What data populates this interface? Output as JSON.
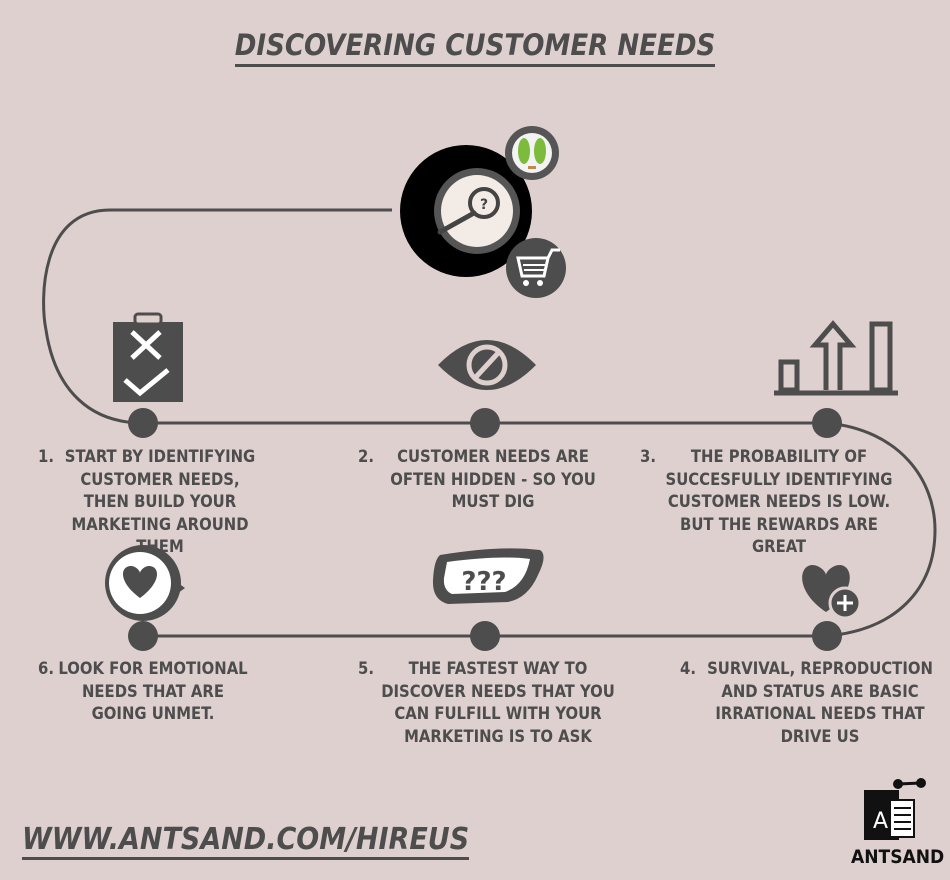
{
  "title": "DISCOVERING CUSTOMER NEEDS",
  "steps": [
    {
      "num": "1.",
      "text": "START BY IDENTIFYING CUSTOMER NEEDS, THEN BUILD YOUR MARKETING AROUND THEM",
      "icon": "clipboard-check-icon"
    },
    {
      "num": "2.",
      "text": "CUSTOMER NEEDS ARE OFTEN HIDDEN - SO YOU MUST DIG",
      "icon": "eye-blocked-icon"
    },
    {
      "num": "3.",
      "text": "THE PROBABILITY OF SUCCESFULLY IDENTIFYING CUSTOMER NEEDS IS LOW. BUT THE REWARDS ARE GREAT",
      "icon": "growth-chart-icon"
    },
    {
      "num": "4.",
      "text": "SURVIVAL, REPRODUCTION AND STATUS ARE BASIC IRRATIONAL NEEDS THAT DRIVE US",
      "icon": "heart-plus-icon"
    },
    {
      "num": "5.",
      "text": "THE FASTEST WAY TO DISCOVER NEEDS THAT YOU CAN FULFILL WITH YOUR MARKETING IS TO ASK",
      "icon": "speech-bubble-icon",
      "bubble": "???"
    },
    {
      "num": "6.",
      "text": "LOOK FOR EMOTIONAL NEEDS THAT ARE GOING UNMET.",
      "icon": "heart-bird-icon"
    }
  ],
  "hub_question": "?",
  "url": "WWW.ANTSAND.COM/HIREUS",
  "brand": "ANTSAND",
  "colors": {
    "background": "#dfd0d0",
    "ink": "#4d4d4d",
    "accent_green": "#7dbb3c"
  }
}
